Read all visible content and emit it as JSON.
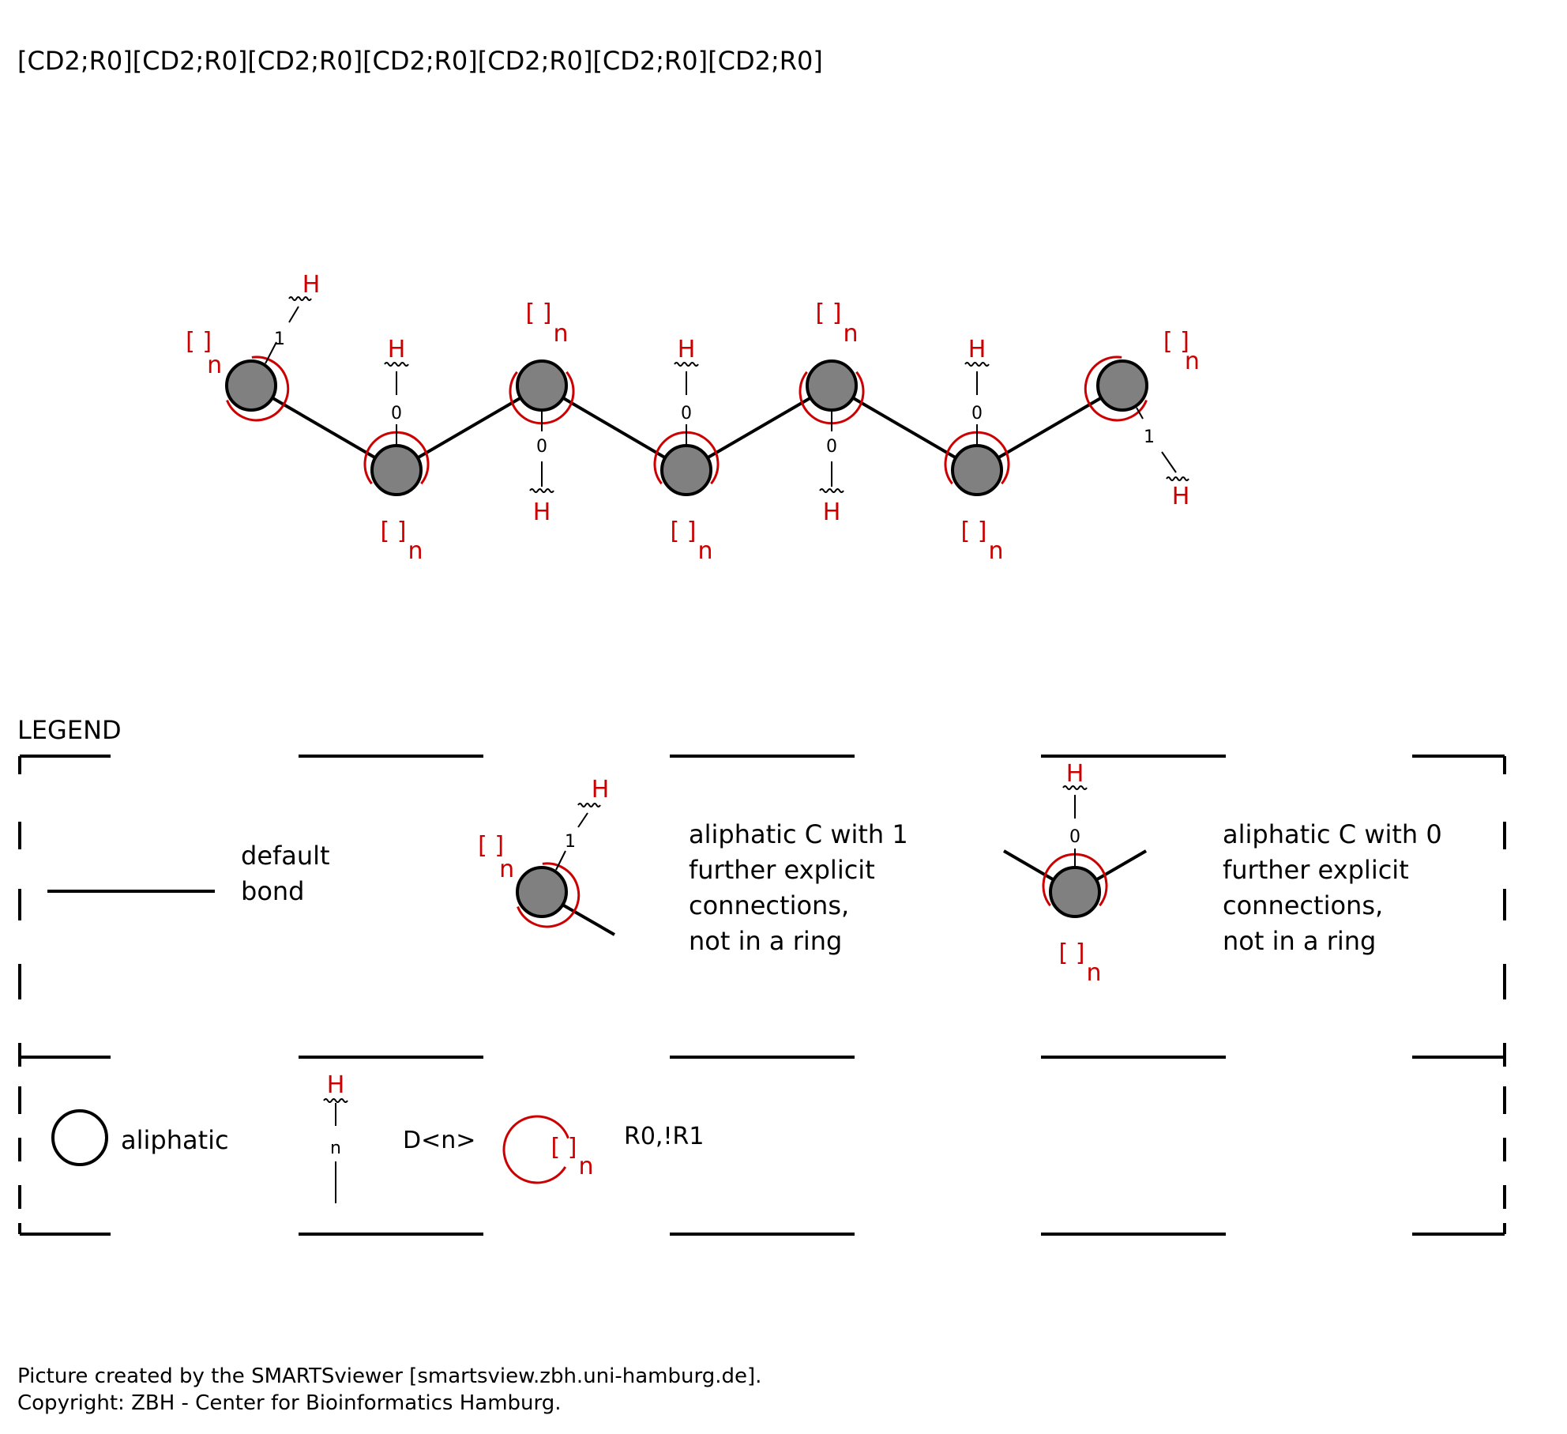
{
  "smarts_pattern": "[CD2;R0][CD2;R0][CD2;R0][CD2;R0][CD2;R0][CD2;R0][CD2;R0]",
  "colors": {
    "atom_fill": "#808080",
    "annotation": "#cc0000",
    "line": "#000000"
  },
  "molecule": {
    "atoms": [
      {
        "degree_label": "1",
        "h_label": "H",
        "ring_label_bracket": "[ ]",
        "ring_label_n": "n"
      },
      {
        "degree_label": "0",
        "h_label": "H",
        "ring_label_bracket": "[ ]",
        "ring_label_n": "n"
      },
      {
        "degree_label": "0",
        "h_label": "H",
        "ring_label_bracket": "[ ]",
        "ring_label_n": "n"
      },
      {
        "degree_label": "0",
        "h_label": "H",
        "ring_label_bracket": "[ ]",
        "ring_label_n": "n"
      },
      {
        "degree_label": "0",
        "h_label": "H",
        "ring_label_bracket": "[ ]",
        "ring_label_n": "n"
      },
      {
        "degree_label": "0",
        "h_label": "H",
        "ring_label_bracket": "[ ]",
        "ring_label_n": "n"
      },
      {
        "degree_label": "1",
        "h_label": "H",
        "ring_label_bracket": "[ ]",
        "ring_label_n": "n"
      }
    ]
  },
  "legend": {
    "title": "LEGEND",
    "default_bond": "default bond",
    "c1_desc": [
      "aliphatic C with 1",
      "further explicit",
      "connections,",
      "not in a ring"
    ],
    "c1_degree": "1",
    "c0_desc": [
      "aliphatic C with 0",
      "further explicit",
      "connections,",
      "not in a ring"
    ],
    "c0_degree": "0",
    "aliphatic": "aliphatic",
    "degree_symbol": "n",
    "degree_text": "D<n>",
    "ring_text": "R0,!R1",
    "h_label": "H",
    "ring_bracket": "[ ]",
    "ring_n": "n"
  },
  "footer": {
    "line1": "Picture created by the SMARTSviewer [smartsview.zbh.uni-hamburg.de].",
    "line2": "Copyright: ZBH - Center for Bioinformatics Hamburg."
  }
}
